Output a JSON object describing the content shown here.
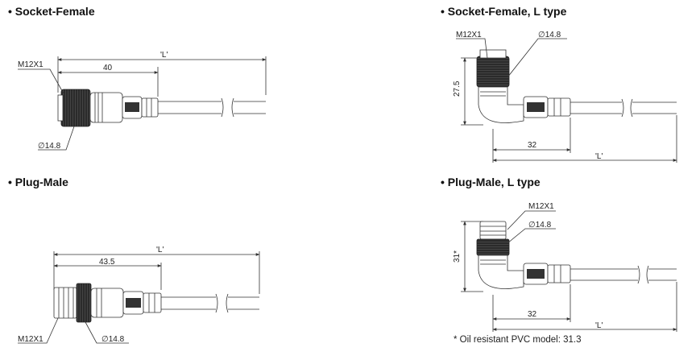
{
  "panels": {
    "socket_female": {
      "heading": "• Socket-Female",
      "thread": "M12X1",
      "overall_length": "'L'",
      "body_length": "40",
      "diameter": "∅14.8"
    },
    "socket_female_l": {
      "heading": "• Socket-Female, L type",
      "thread": "M12X1",
      "diameter": "∅14.8",
      "height": "27.5",
      "body_length": "32",
      "overall_length": "'L'"
    },
    "plug_male": {
      "heading": "• Plug-Male",
      "overall_length": "'L'",
      "body_length": "43.5",
      "thread": "M12X1",
      "diameter": "∅14.8"
    },
    "plug_male_l": {
      "heading": "• Plug-Male, L type",
      "thread": "M12X1",
      "diameter": "∅14.8",
      "height": "31*",
      "body_length": "32",
      "overall_length": "'L'",
      "footnote": "* Oil resistant PVC model: 31.3"
    }
  }
}
